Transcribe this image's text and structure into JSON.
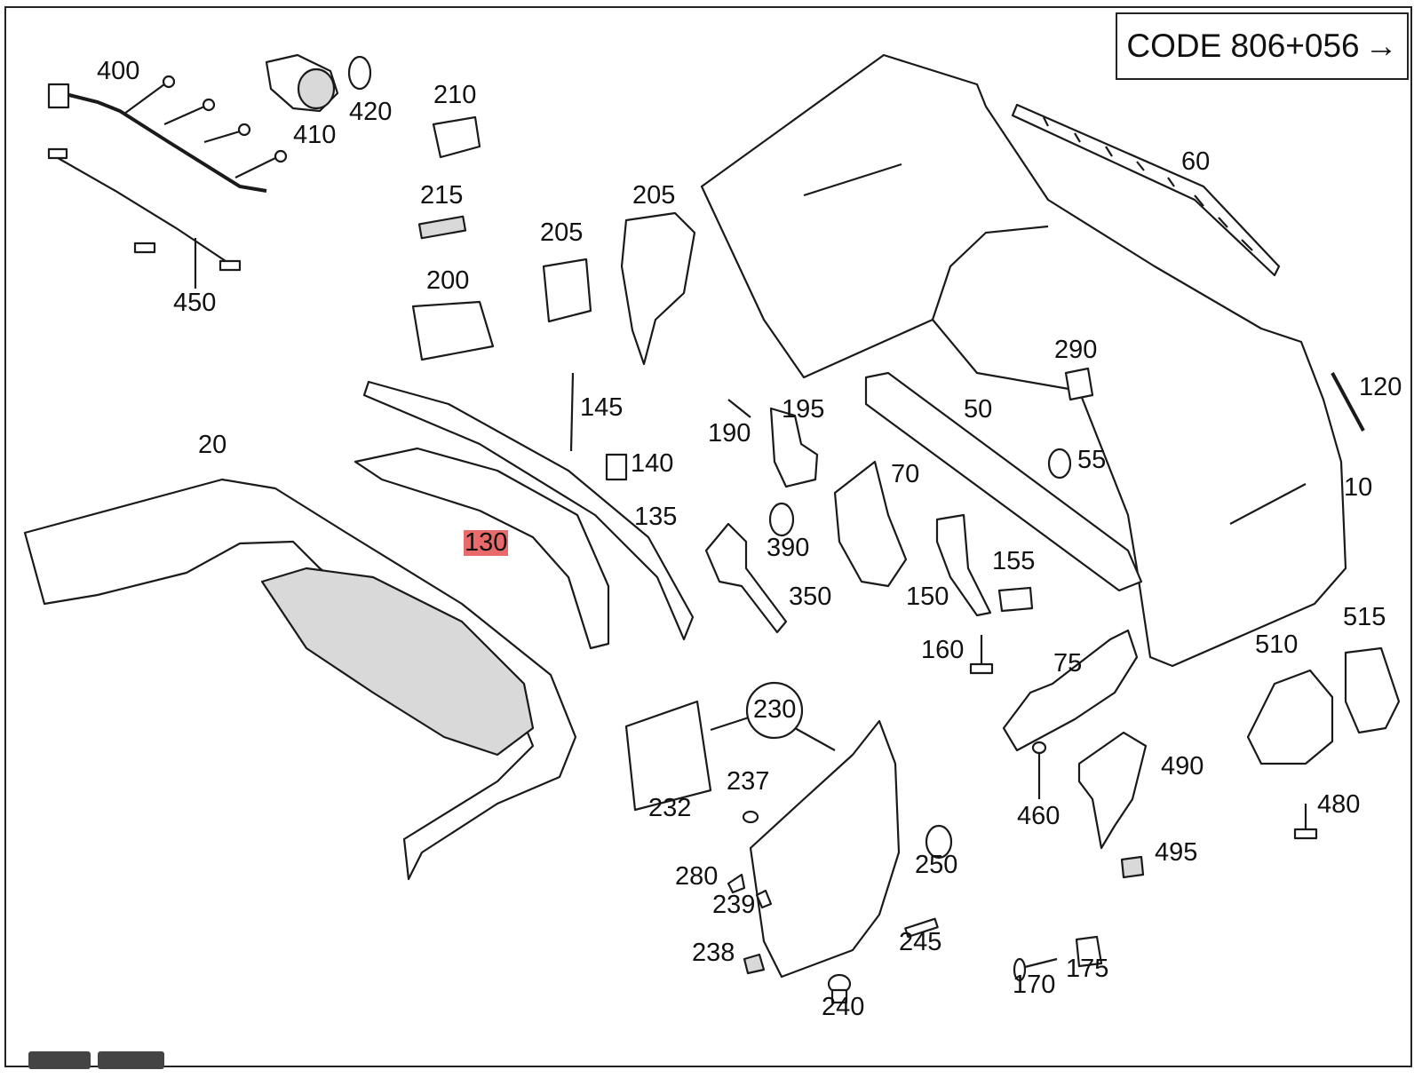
{
  "code_box": {
    "text": "CODE 806+056",
    "arrow": "→"
  },
  "labels": [
    {
      "id": "400",
      "text": "400"
    },
    {
      "id": "410",
      "text": "410"
    },
    {
      "id": "420",
      "text": "420"
    },
    {
      "id": "450",
      "text": "450"
    },
    {
      "id": "210",
      "text": "210"
    },
    {
      "id": "215",
      "text": "215"
    },
    {
      "id": "200",
      "text": "200"
    },
    {
      "id": "205a",
      "text": "205"
    },
    {
      "id": "205b",
      "text": "205"
    },
    {
      "id": "60",
      "text": "60"
    },
    {
      "id": "290",
      "text": "290"
    },
    {
      "id": "120",
      "text": "120"
    },
    {
      "id": "145",
      "text": "145"
    },
    {
      "id": "190",
      "text": "190"
    },
    {
      "id": "195",
      "text": "195"
    },
    {
      "id": "50",
      "text": "50"
    },
    {
      "id": "55",
      "text": "55"
    },
    {
      "id": "140",
      "text": "140"
    },
    {
      "id": "20",
      "text": "20"
    },
    {
      "id": "135",
      "text": "135"
    },
    {
      "id": "130",
      "text": "130",
      "highlight": "#e86a6a"
    },
    {
      "id": "390",
      "text": "390"
    },
    {
      "id": "70",
      "text": "70"
    },
    {
      "id": "10",
      "text": "10"
    },
    {
      "id": "350",
      "text": "350"
    },
    {
      "id": "150",
      "text": "150"
    },
    {
      "id": "155",
      "text": "155"
    },
    {
      "id": "160",
      "text": "160"
    },
    {
      "id": "75",
      "text": "75"
    },
    {
      "id": "510",
      "text": "510"
    },
    {
      "id": "515",
      "text": "515"
    },
    {
      "id": "230",
      "text": "230"
    },
    {
      "id": "232",
      "text": "232"
    },
    {
      "id": "237",
      "text": "237"
    },
    {
      "id": "280",
      "text": "280"
    },
    {
      "id": "239",
      "text": "239"
    },
    {
      "id": "238",
      "text": "238"
    },
    {
      "id": "240",
      "text": "240"
    },
    {
      "id": "250",
      "text": "250"
    },
    {
      "id": "245",
      "text": "245"
    },
    {
      "id": "460",
      "text": "460"
    },
    {
      "id": "490",
      "text": "490"
    },
    {
      "id": "495",
      "text": "495"
    },
    {
      "id": "480",
      "text": "480"
    },
    {
      "id": "170",
      "text": "170"
    },
    {
      "id": "175",
      "text": "175"
    }
  ]
}
